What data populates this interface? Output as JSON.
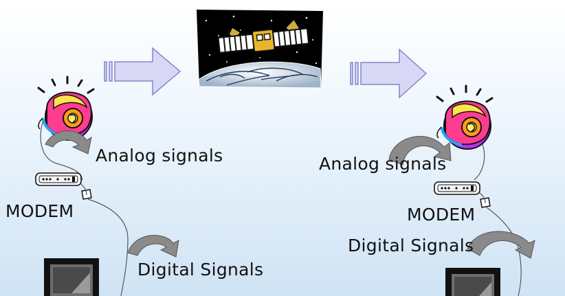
{
  "labels": {
    "analog_left": "Analog signals",
    "modem_left": "MODEM",
    "digital_left": "Digital Signals",
    "analog_right": "Analog signals",
    "modem_right": "MODEM",
    "digital_right": "Digital Signals"
  },
  "icons": {
    "satellite": "satellite-over-earth-icon",
    "telephone": "telephone-icon",
    "modem": "modem-icon",
    "computer": "computer-monitor-icon",
    "flow_arrow": "striped-right-arrow-icon",
    "curved_arrow": "curved-arrow-icon"
  },
  "colors": {
    "arrow_fill": "#d8d8f6",
    "arrow_stroke": "#8484c8",
    "curved_arrow": "#8a8a8a",
    "sky": "#000000",
    "phone_handset": "#ff2e8a",
    "phone_body": "#ffb02e"
  }
}
